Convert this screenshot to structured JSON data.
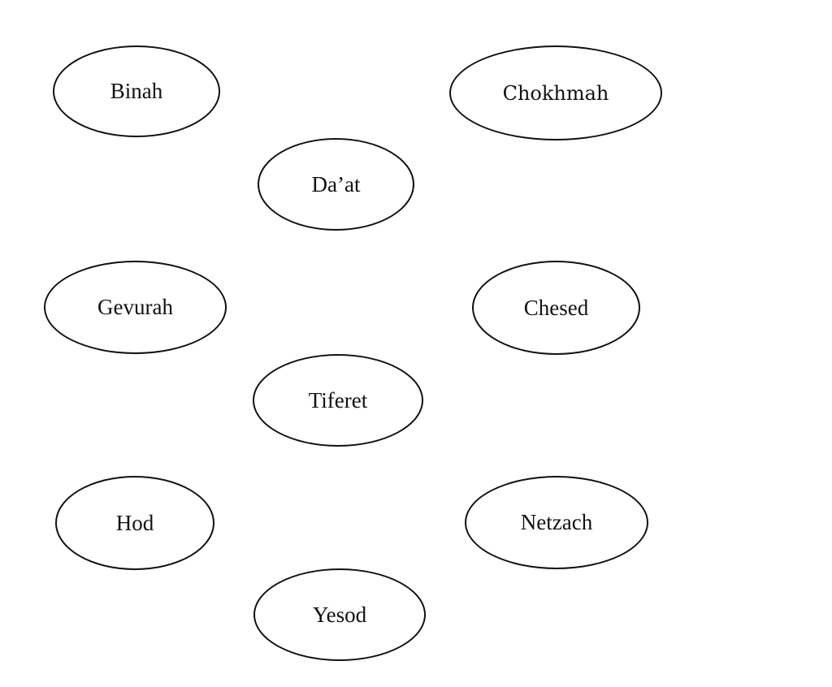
{
  "nodes": {
    "binah": "Binah",
    "chokhmah": "Chokhmah",
    "daat": "Da’at",
    "gevurah": "Gevurah",
    "chesed": "Chesed",
    "tiferet": "Tiferet",
    "hod": "Hod",
    "netzach": "Netzach",
    "yesod": "Yesod"
  }
}
